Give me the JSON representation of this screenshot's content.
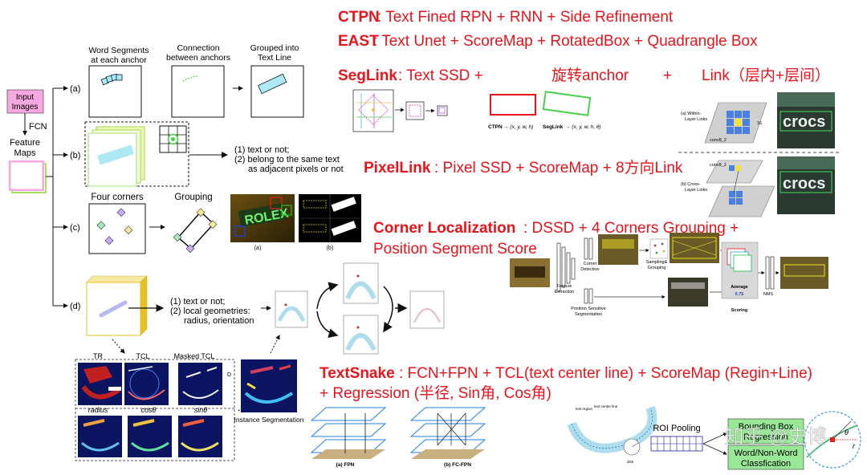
{
  "headlines": {
    "ctpn_key": "CTPN",
    "ctpn_desc": ":   Text Fined RPN + RNN + Side Refinement",
    "east_key": "EAST",
    "east_desc": ":   Text Unet + ScoreMap + RotatedBox + Quadrangle Box",
    "seglink_key": "SegLink",
    "seglink_desc_1": ":  Text SSD +",
    "seglink_desc_2": "旋转anchor",
    "seglink_desc_3": "+",
    "seglink_desc_4": "Link（层内+层间）",
    "pixellink_key": "PixelLink",
    "pixellink_desc": ": Pixel SSD + ScoreMap + 8方向Link",
    "corner_key": "Corner Localization",
    "corner_desc_1": ":   DSSD + 4 Corners Grouping +",
    "corner_desc_2": "Position Segment Score",
    "textsnake_key": "TextSnake",
    "textsnake_desc_1": ": FCN+FPN   + TCL(text center line) + ScoreMap (Regin+Line)",
    "textsnake_desc_2": "+  Regression (半径,  Sin角,  Cos角)"
  },
  "pipeline": {
    "input": "Input",
    "images": "Images",
    "fcn": "FCN",
    "feature": "Feature",
    "maps": "Maps",
    "branch_a": "(a)",
    "branch_b": "(b)",
    "branch_c": "(c)",
    "branch_d": "(d)",
    "a_col1_l1": "Word Segments",
    "a_col1_l2": "at each anchor",
    "a_col2_l1": "Connection",
    "a_col2_l2": "between anchors",
    "a_col3_l1": "Grouped into",
    "a_col3_l2": "Text Line",
    "b_out1": "(1)  text or not;",
    "b_out2": "(2)  belong to the same text",
    "b_out3": "as adjacent pixels or not",
    "c_label1": "Four corners",
    "c_label2": "Grouping",
    "c_sub_a": "(a)",
    "c_sub_b": "(b)",
    "d_out1": "(1)  text or not;",
    "d_out2": "(2)  local geometries:",
    "d_out3": "radius, orientation"
  },
  "seglink_fig": {
    "ctpn_label": "CTPN",
    "ctpn_formula": "→ (x, y, w, h)",
    "seglink_label": "SegLink",
    "seglink_formula": "→ (x, y, w, h, θ)",
    "within": "(a) Within-",
    "within2": "Layer Links",
    "cross": "(b) Cross-",
    "cross2": "Layer Links",
    "conv_a": "conv8_2",
    "conv_b": "conv8_2",
    "n16": "16",
    "sign": "crocs"
  },
  "corner_fig": {
    "corner_det1": "Corner",
    "corner_det2": "Detection",
    "sampling1": "Sampling&",
    "sampling2": "Grouping",
    "feature1": "Feature",
    "feature2": "Extraction",
    "possens1": "Position Sensitive",
    "possens2": "Segmentation",
    "average": "Average",
    "avg_val": "0.75",
    "scoring": "Scoring",
    "nms": "NMS"
  },
  "textsnake_fig": {
    "tr": "TR",
    "tcl": "TCL",
    "masked": "Masked TCL",
    "radius": "radius",
    "cos": "cosθ",
    "sin": "sinθ",
    "instance": "Instance Segmentation",
    "fpn": "(a) FPN",
    "fcfpn": "(b) FC-FPN",
    "roi": "ROI Pooling",
    "bbox1": "Bounding Box",
    "bbox2": "Regression",
    "word1": "Word/Non-Word",
    "word2": "Classfication",
    "text_region": "text region",
    "text_center": "text center line",
    "disk": "disk",
    "theta": "θ",
    "r": "r"
  },
  "watermark": "知乎 @史博",
  "colors": {
    "headline_red": "#e8141c",
    "feature_pink": "#f7a8e0",
    "feature_green": "#a8e060",
    "cyan": "#aee8f4",
    "green_box": "#98e898",
    "blue_map": "#0a1460"
  }
}
